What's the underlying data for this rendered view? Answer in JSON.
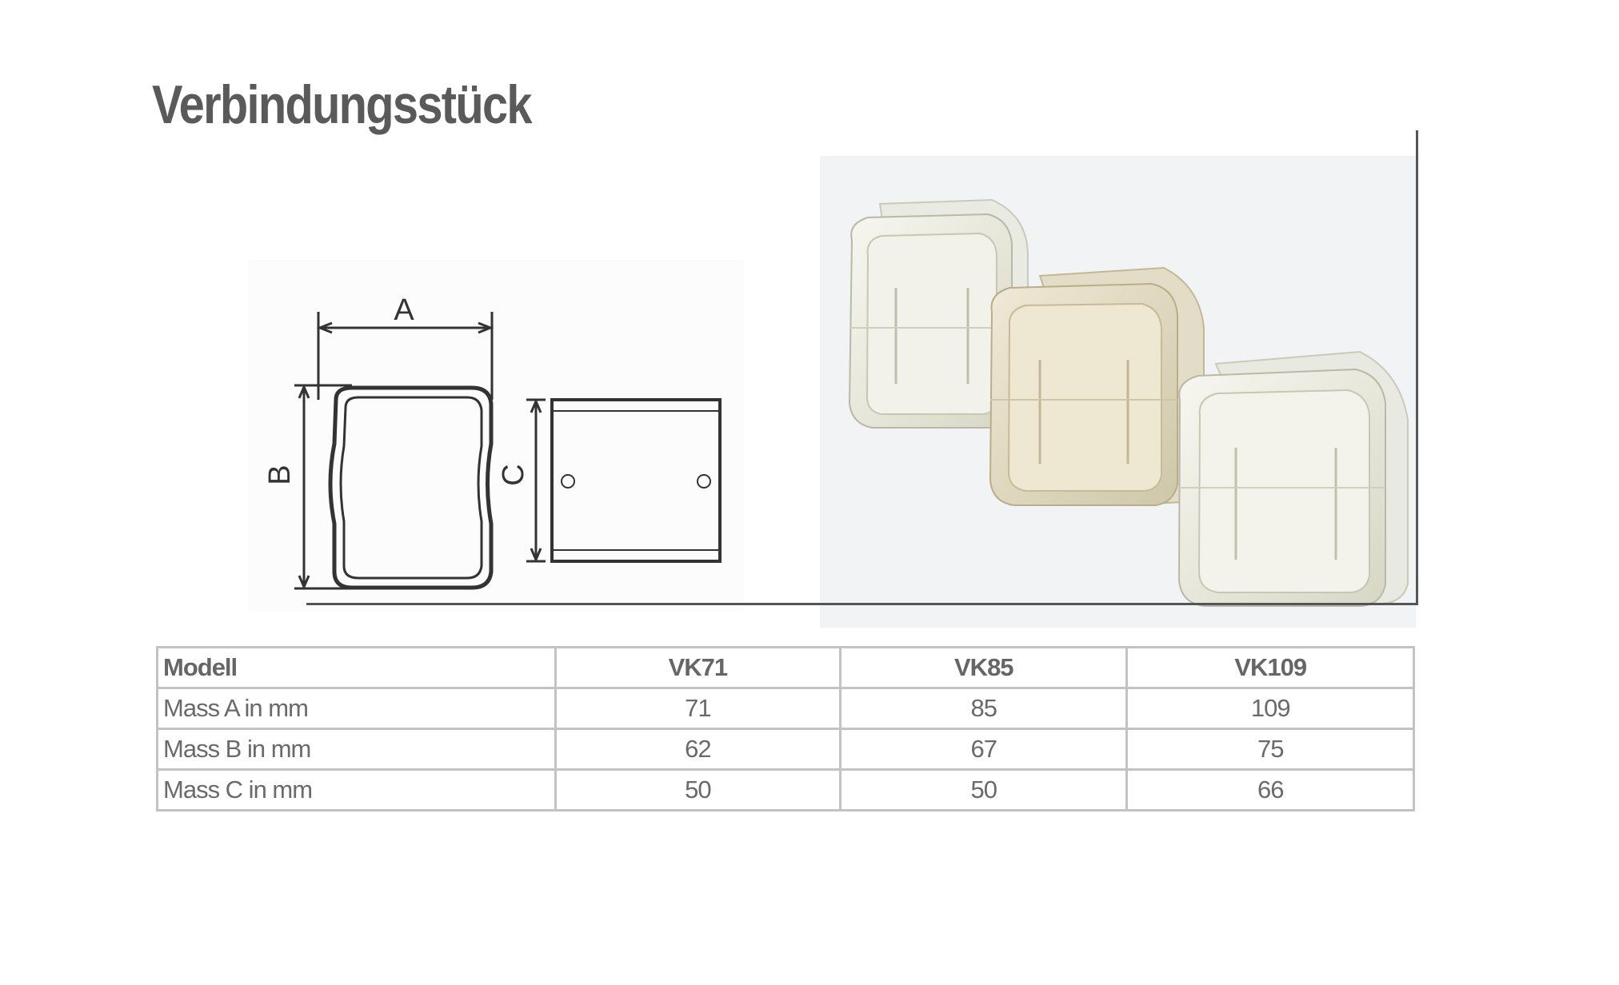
{
  "document": {
    "title": "Verbindungsstück"
  },
  "drawing": {
    "label_a": "A",
    "label_b": "B",
    "label_c": "C"
  },
  "table": {
    "headers": [
      "Modell",
      "VK71",
      "VK85",
      "VK109"
    ],
    "rows": [
      [
        "Mass A in mm",
        "71",
        "85",
        "109"
      ],
      [
        "Mass B in mm",
        "62",
        "67",
        "75"
      ],
      [
        "Mass C in mm",
        "50",
        "50",
        "66"
      ]
    ]
  },
  "colors": {
    "title": "#5a5a5a",
    "table_border": "#c3c3c3",
    "frame_line": "#555555",
    "product_fill": "#eeeee6",
    "product_shade": "#d7d6c4"
  },
  "icons": [
    "technical-drawing-front-view",
    "technical-drawing-side-view",
    "product-photo-connectors"
  ]
}
